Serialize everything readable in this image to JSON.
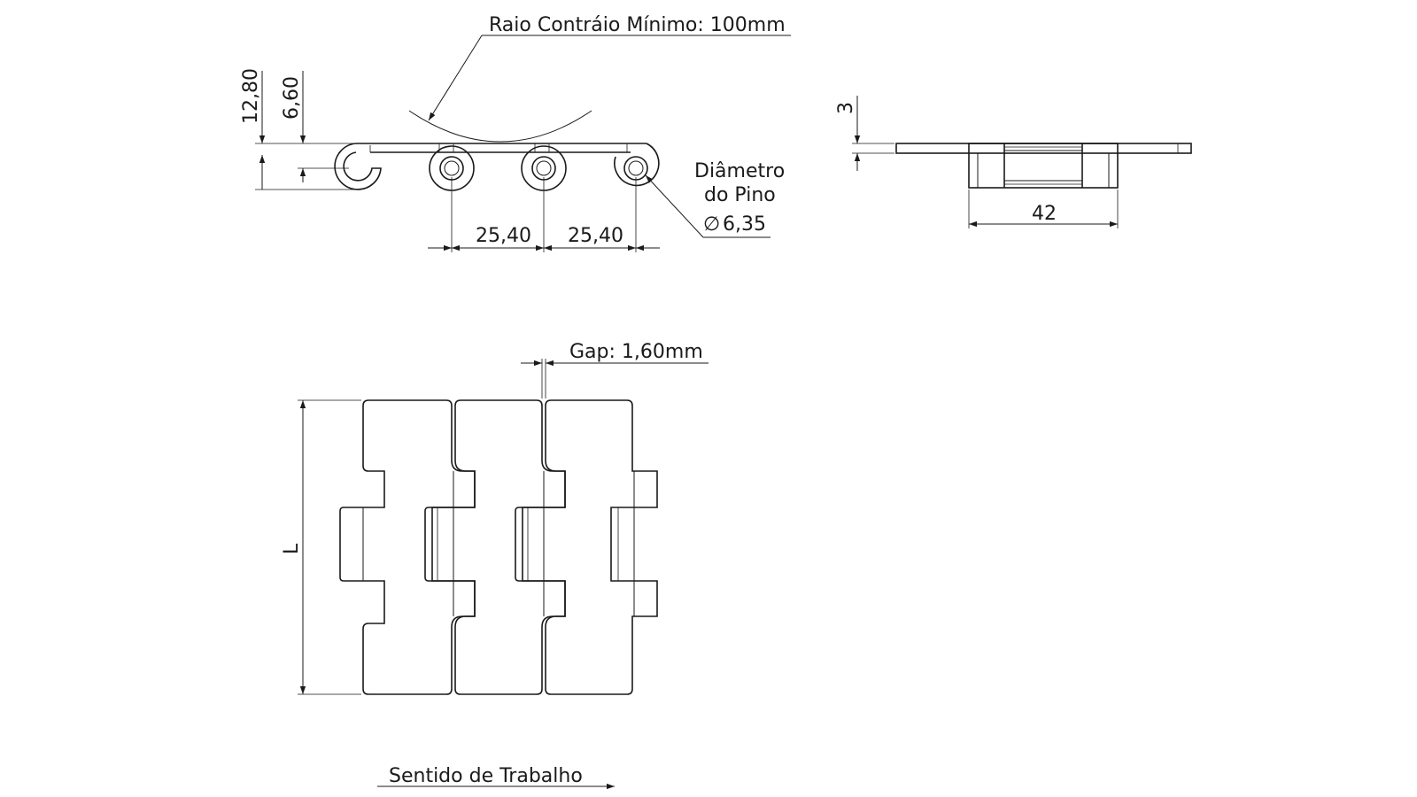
{
  "side_view": {
    "min_back_radius": "Raio Contráio Mínimo: 100mm",
    "total_height": "12,80",
    "pin_height": "6,60",
    "pitch_1": "25,40",
    "pitch_2": "25,40",
    "pin_label_line1": "Diâmetro",
    "pin_label_line2": "do Pino",
    "pin_diameter_symbol": "∅",
    "pin_diameter": "6,35"
  },
  "end_view": {
    "plate_thickness": "3",
    "hinge_width": "42"
  },
  "top_view": {
    "gap": "Gap: 1,60mm",
    "length": "L"
  },
  "footer": {
    "working_direction": "Sentido de Trabalho"
  }
}
